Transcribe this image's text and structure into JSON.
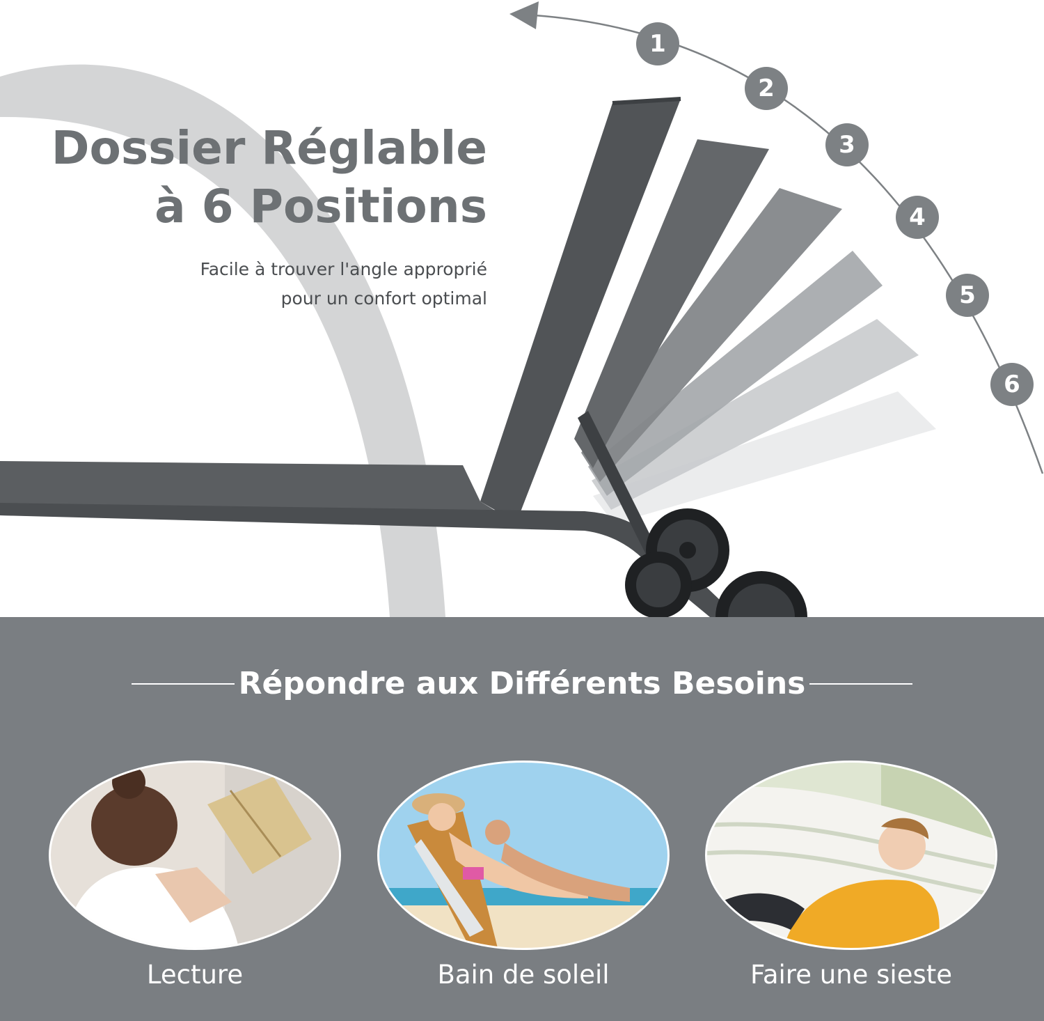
{
  "feature": {
    "headline_line1": "Dossier Réglable",
    "headline_line2": "à 6 Positions",
    "subtitle_line1": "Facile à trouver l'angle approprié",
    "subtitle_line2": "pour un confort optimal",
    "positions": [
      "1",
      "2",
      "3",
      "4",
      "5",
      "6"
    ]
  },
  "section": {
    "heading": "Répondre aux Différents Besoins",
    "uses": [
      {
        "label": "Lecture",
        "icon": "person-reading-photo"
      },
      {
        "label": "Bain de soleil",
        "icon": "sunbathing-couple-photo"
      },
      {
        "label": "Faire une sieste",
        "icon": "hammock-nap-photo"
      }
    ]
  },
  "colors": {
    "title_gray": "#6d7174",
    "badge_gray": "#7d8184",
    "panel_gray": "#7a7e82",
    "lounger_dark": "#4b4e51"
  }
}
